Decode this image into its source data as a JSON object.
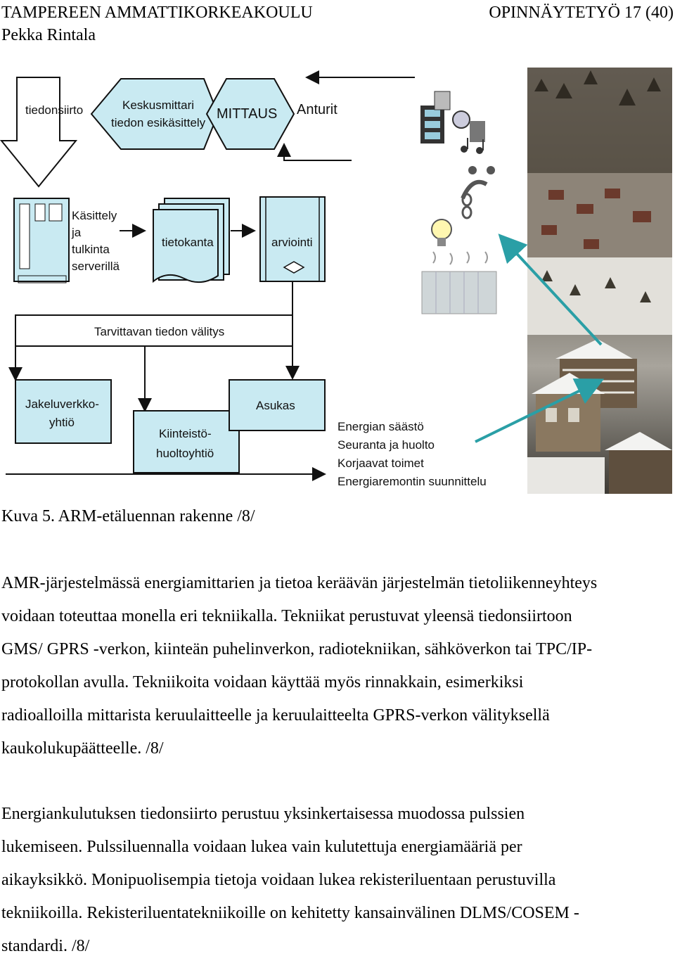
{
  "header": {
    "institution": "TAMPEREEN AMMATTIKORKEAKOULU",
    "author": "Pekka Rintala",
    "doc_type_page": "OPINNÄYTETYÖ 17 (40)"
  },
  "figure": {
    "labels": {
      "tiedonsiirto": "tiedonsiirto",
      "keskusmittari_1": "Keskusmittari",
      "keskusmittari_2": "tiedon esikäsittely",
      "mittaus": "MITTAUS",
      "anturit": "Anturit",
      "kasittely_1": "Käsittely",
      "kasittely_2": "ja",
      "kasittely_3": "tulkinta",
      "kasittely_4": "serverillä",
      "tietokanta": "tietokanta",
      "arviointi": "arviointi",
      "valitys": "Tarvittavan tiedon välitys",
      "jakelu_1": "Jakeluverkko-",
      "jakelu_2": "yhtiö",
      "kiinteisto_1": "Kiinteistö-",
      "kiinteisto_2": "huoltoyhtiö",
      "asukas": "Asukas",
      "benefit_1": "Energian säästö",
      "benefit_2": "Seuranta ja huolto",
      "benefit_3": "Korjaavat toimet",
      "benefit_4": "Energiaremontin suunnittelu"
    },
    "colors": {
      "box_fill": "#c9eaf2",
      "box_stroke": "#1a1a1a",
      "teal_arrow": "#2a9fa6"
    }
  },
  "caption": "Kuva 5. ARM-etäluennan rakenne /8/",
  "paragraph1": [
    "AMR-järjestelmässä energiamittarien ja tietoa keräävän järjestelmän tietoliikenneyhteys",
    "voidaan toteuttaa monella eri tekniikalla. Tekniikat perustuvat yleensä tiedonsiirtoon",
    "GMS/ GPRS -verkon, kiinteän puhelinverkon, radiotekniikan, sähköverkon tai TPC/IP-",
    "protokollan avulla. Tekniikoita voidaan käyttää myös rinnakkain, esimerkiksi",
    "radioalloilla mittarista keruulaitteelle ja keruulaitteelta GPRS-verkon välityksellä",
    "kaukolukupäätteelle. /8/"
  ],
  "paragraph2": [
    "Energiankulutuksen tiedonsiirto perustuu yksinkertaisessa muodossa pulssien",
    "lukemiseen. Pulssiluennalla voidaan lukea vain kulutettuja energiamääriä per",
    "aikayksikkö. Monipuolisempia tietoja voidaan lukea rekisteriluentaan perustuvilla",
    "tekniikoilla. Rekisteriluentatekniikoille on kehitetty kansainvälinen DLMS/COSEM -",
    "standardi. /8/"
  ]
}
